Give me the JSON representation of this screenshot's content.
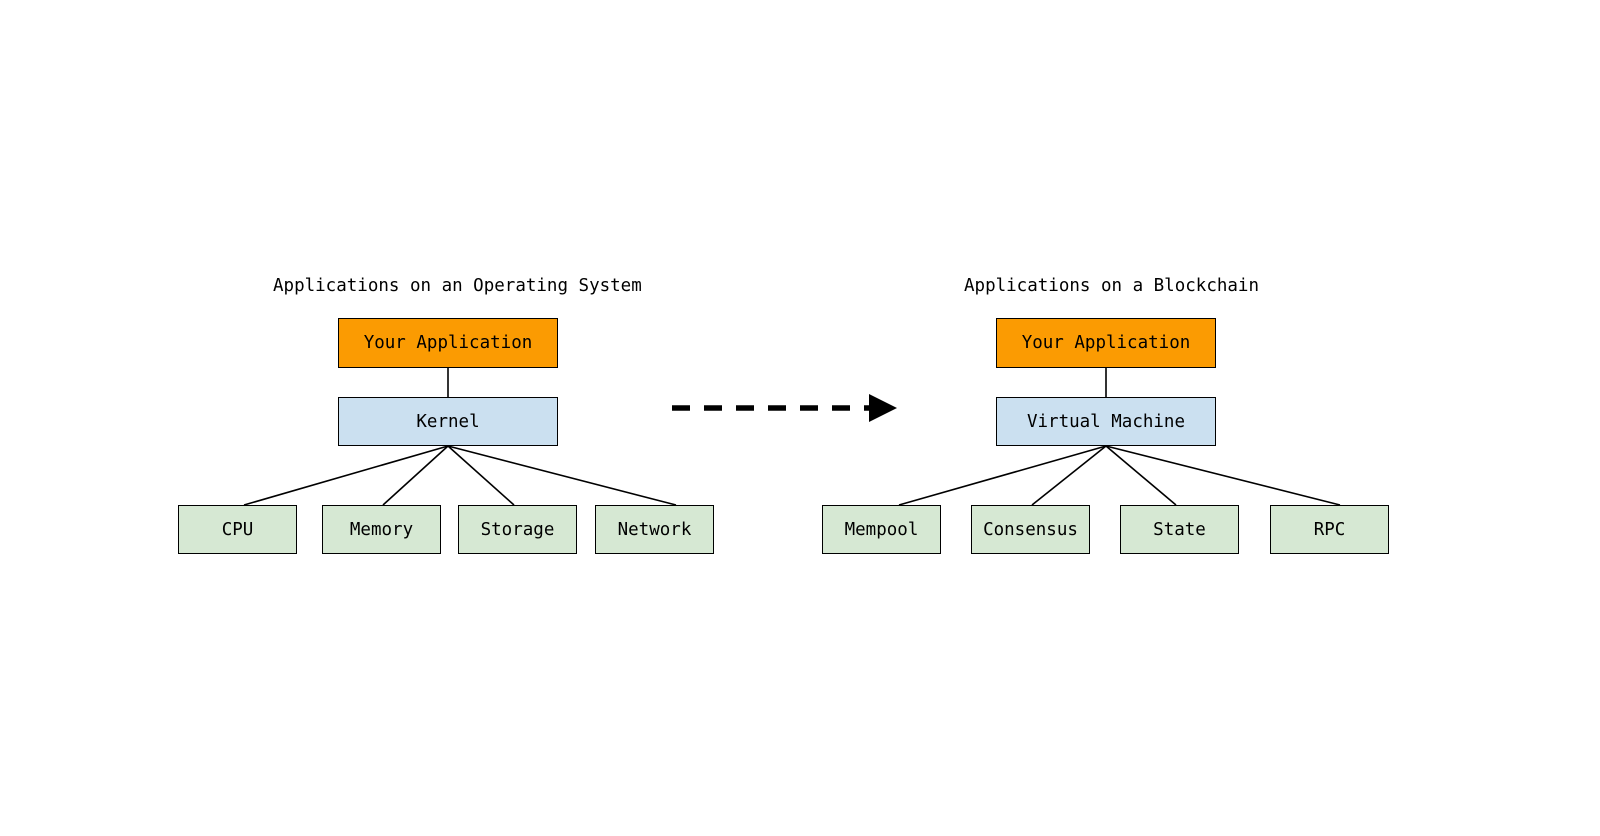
{
  "diagram": {
    "title_semantics": "Comparison of application stacks: operating system versus blockchain",
    "background_color": "#ffffff",
    "line_color": "#000000",
    "colors": {
      "application": "#FB9B02",
      "core": "#CBE0F0",
      "leaf": "#D6E8D3",
      "border": "#000000",
      "text": "#000000"
    }
  },
  "panels": [
    {
      "id": "operating-system",
      "title": "Applications on an Operating System",
      "application": {
        "label": "Your Application"
      },
      "core": {
        "label": "Kernel"
      },
      "leaves": [
        {
          "label": "CPU"
        },
        {
          "label": "Memory"
        },
        {
          "label": "Storage"
        },
        {
          "label": "Network"
        }
      ]
    },
    {
      "id": "blockchain",
      "title": "Applications on a Blockchain",
      "application": {
        "label": "Your Application"
      },
      "core": {
        "label": "Virtual Machine"
      },
      "leaves": [
        {
          "label": "Mempool"
        },
        {
          "label": "Consensus"
        },
        {
          "label": "State"
        },
        {
          "label": "RPC"
        }
      ]
    }
  ],
  "connector": {
    "name": "analogy-arrow",
    "style": "dashed",
    "direction": "left-to-right",
    "label": ""
  }
}
